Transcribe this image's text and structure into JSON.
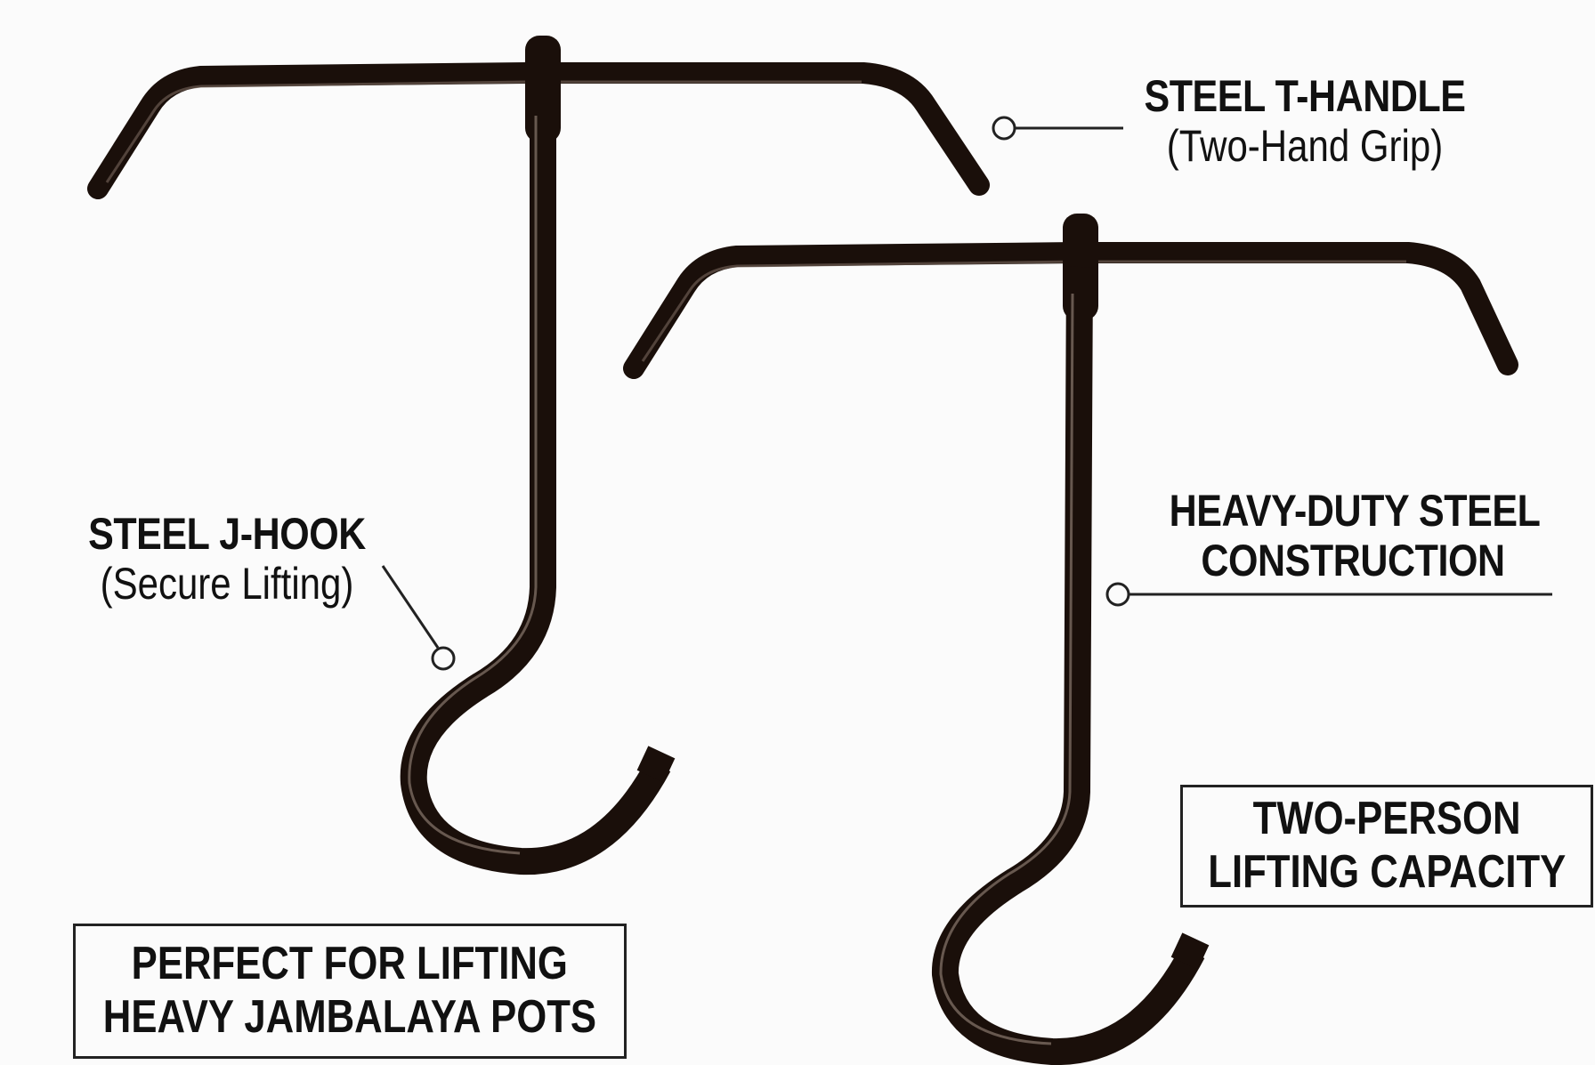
{
  "callouts": {
    "t_handle": {
      "title": "STEEL T-HANDLE",
      "subtitle": "(Two-Hand Grip)"
    },
    "j_hook": {
      "title": "STEEL J-HOOK",
      "subtitle": "(Secure Lifting)"
    },
    "construction": {
      "line1": "HEAVY-DUTY STEEL",
      "line2": "CONSTRUCTION"
    }
  },
  "boxes": {
    "two_person": {
      "line1": "TWO-PERSON",
      "line2": "LIFTING CAPACITY"
    },
    "jambalaya": {
      "line1": "PERFECT FOR LIFTING",
      "line2": "HEAVY JAMBALAYA POTS"
    }
  },
  "colors": {
    "background": "#fbfbfb",
    "steel": "#1a0f0a",
    "highlight": "#6b5a50",
    "text": "#111111"
  },
  "icons": {
    "callout_marker": "circle-marker-icon"
  }
}
